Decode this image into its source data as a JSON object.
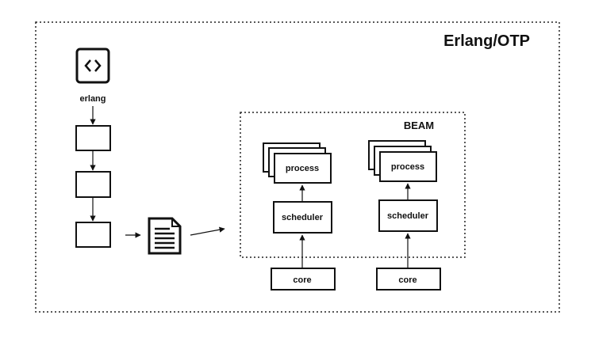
{
  "diagram": {
    "title": "Erlang/OTP",
    "beam_label": "BEAM",
    "source_label": "erlang",
    "pipelines": [
      {
        "process_label": "process",
        "scheduler_label": "scheduler",
        "core_label": "core"
      },
      {
        "process_label": "process",
        "scheduler_label": "scheduler",
        "core_label": "core"
      }
    ]
  },
  "colors": {
    "stroke": "#111111",
    "background": "#ffffff",
    "border_dotted": "#222222"
  },
  "icons": {
    "source": "code-brackets-icon",
    "artifact": "document-icon"
  }
}
